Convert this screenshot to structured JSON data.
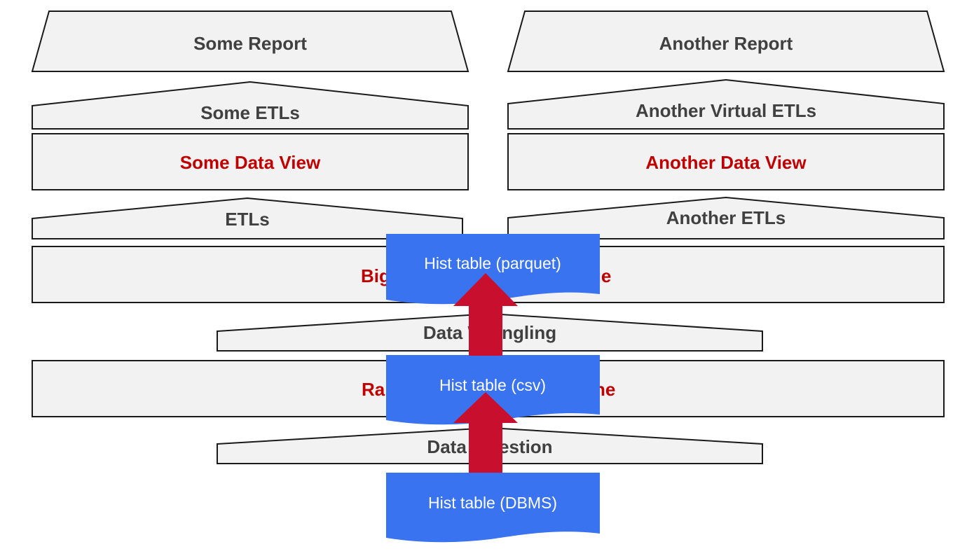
{
  "reports": {
    "left": "Some Report",
    "right": "Another Report"
  },
  "upper_etls": {
    "left": "Some ETLs",
    "right": "Another Virtual ETLs"
  },
  "data_views": {
    "left": "Some Data View",
    "right": "Another Data View"
  },
  "lower_etls": {
    "left": "ETLs",
    "right": "Another ETLs"
  },
  "storage_layers": {
    "big_left": "Big",
    "big_right": "ge",
    "raw_left": "Ra",
    "raw_right": "ne"
  },
  "processes": {
    "wrangling": "Data Wrangling",
    "ingestion": "Data Ingestion"
  },
  "hist_tables": {
    "parquet": "Hist table (parquet)",
    "csv": "Hist table (csv)",
    "dbms": "Hist table (DBMS)"
  },
  "colors": {
    "box_fill": "#f2f2f2",
    "gray_text": "#404040",
    "red_text": "#c00000",
    "doc_blue": "#3a73ef",
    "arrow_red": "#c8102e"
  }
}
